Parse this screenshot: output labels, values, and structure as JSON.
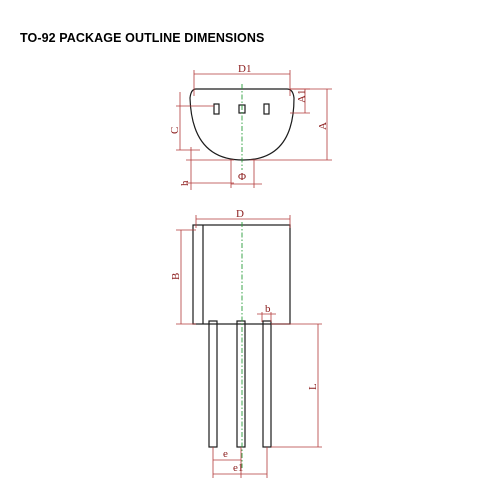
{
  "title": "TO-92 PACKAGE OUTLINE DIMENSIONS",
  "colors": {
    "outline": "#1c1c1c",
    "dimension": "#b33a3a",
    "centerline": "#2a9d3a"
  },
  "labels": {
    "d1": "D1",
    "a1": "A1",
    "a": "A",
    "c": "C",
    "h": "h",
    "phi": "Φ",
    "d": "D",
    "b_body": "B",
    "b_lead": "b",
    "l": "L",
    "e": "e",
    "e1": "e1"
  }
}
